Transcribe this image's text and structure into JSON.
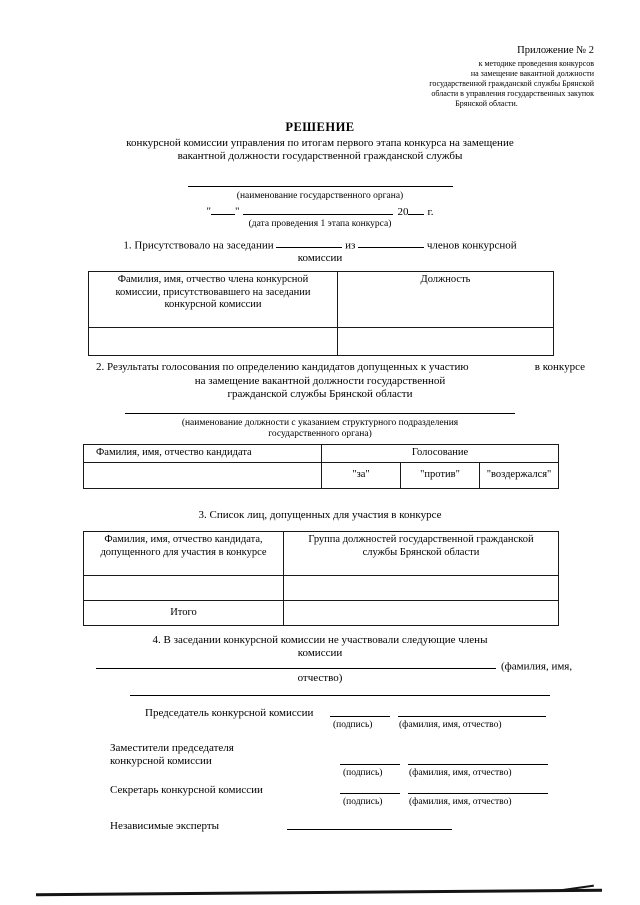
{
  "appendix": {
    "number": "Приложение № 2",
    "ref_lines": [
      "к методике  проведения конкурсов",
      "на замещение вакантной должности",
      "государственной гражданской службы Брянской",
      "области в управления государственных закупок",
      "Брянской области."
    ]
  },
  "heading": {
    "title": "РЕШЕНИЕ",
    "subtitle_line1": "конкурсной комиссии управления по итогам первого этапа конкурса на замещение",
    "subtitle_line2": "вакантной должности государственной гражданской службы",
    "org_caption": "(наименование государственного органа)",
    "open_quote": "\"",
    "close_quote": "\"",
    "century": "20",
    "year_suffix": "г.",
    "date_caption": "(дата проведения 1 этапа конкурса)"
  },
  "item1": {
    "text_start": "1. Присутствовало на заседании",
    "text_middle": "из",
    "text_end": "членов конкурсной",
    "text_line2": "комиссии"
  },
  "table1": {
    "col1_header": "Фамилия, имя, отчество члена конкурсной комиссии, присутствовавшего на заседании конкурсной комиссии",
    "col2_header": "Должность"
  },
  "item2": {
    "line1": "2.  Результаты голосования по определению кандидатов допущенных к участию",
    "line1_tail": "в конкурсе",
    "line2": "на замещение вакантной должности государственной",
    "line3": "гражданской службы Брянской области",
    "caption_line1": "(наименование должности с указанием структурного подразделения",
    "caption_line2": "государственного органа)"
  },
  "table2": {
    "col1_header": "Фамилия, имя, отчество кандидата",
    "col2_header": "Голосование",
    "vote_options": [
      "\"за\"",
      "\"против\"",
      "\"воздержался\""
    ]
  },
  "item3": {
    "title": "3. Список  лиц, допущенных для участия в конкурсе"
  },
  "table3": {
    "col1_header": "Фамилия, имя, отчество кандидата, допущенного для участия в конкурсе",
    "col2_header": "Группа должностей государственной гражданской службы Брянской области",
    "total_label": "Итого"
  },
  "item4": {
    "line1": "4.  В  заседании  конкурсной  комиссии  не   участвовали следующие члены",
    "line2": "комиссии",
    "name_caption_1": "(фамилия, имя,",
    "name_caption_2": "отчество)"
  },
  "signatures": {
    "chairman_label": "Председатель конкурсной комиссии",
    "deputy_label_1": "Заместители председателя",
    "deputy_label_2": "конкурсной комиссии",
    "secretary_label": "Секретарь конкурсной комиссии",
    "experts_label": "Независимые эксперты",
    "sign_caption": "(подпись)",
    "name_caption": "(фамилия, имя, отчество)"
  }
}
